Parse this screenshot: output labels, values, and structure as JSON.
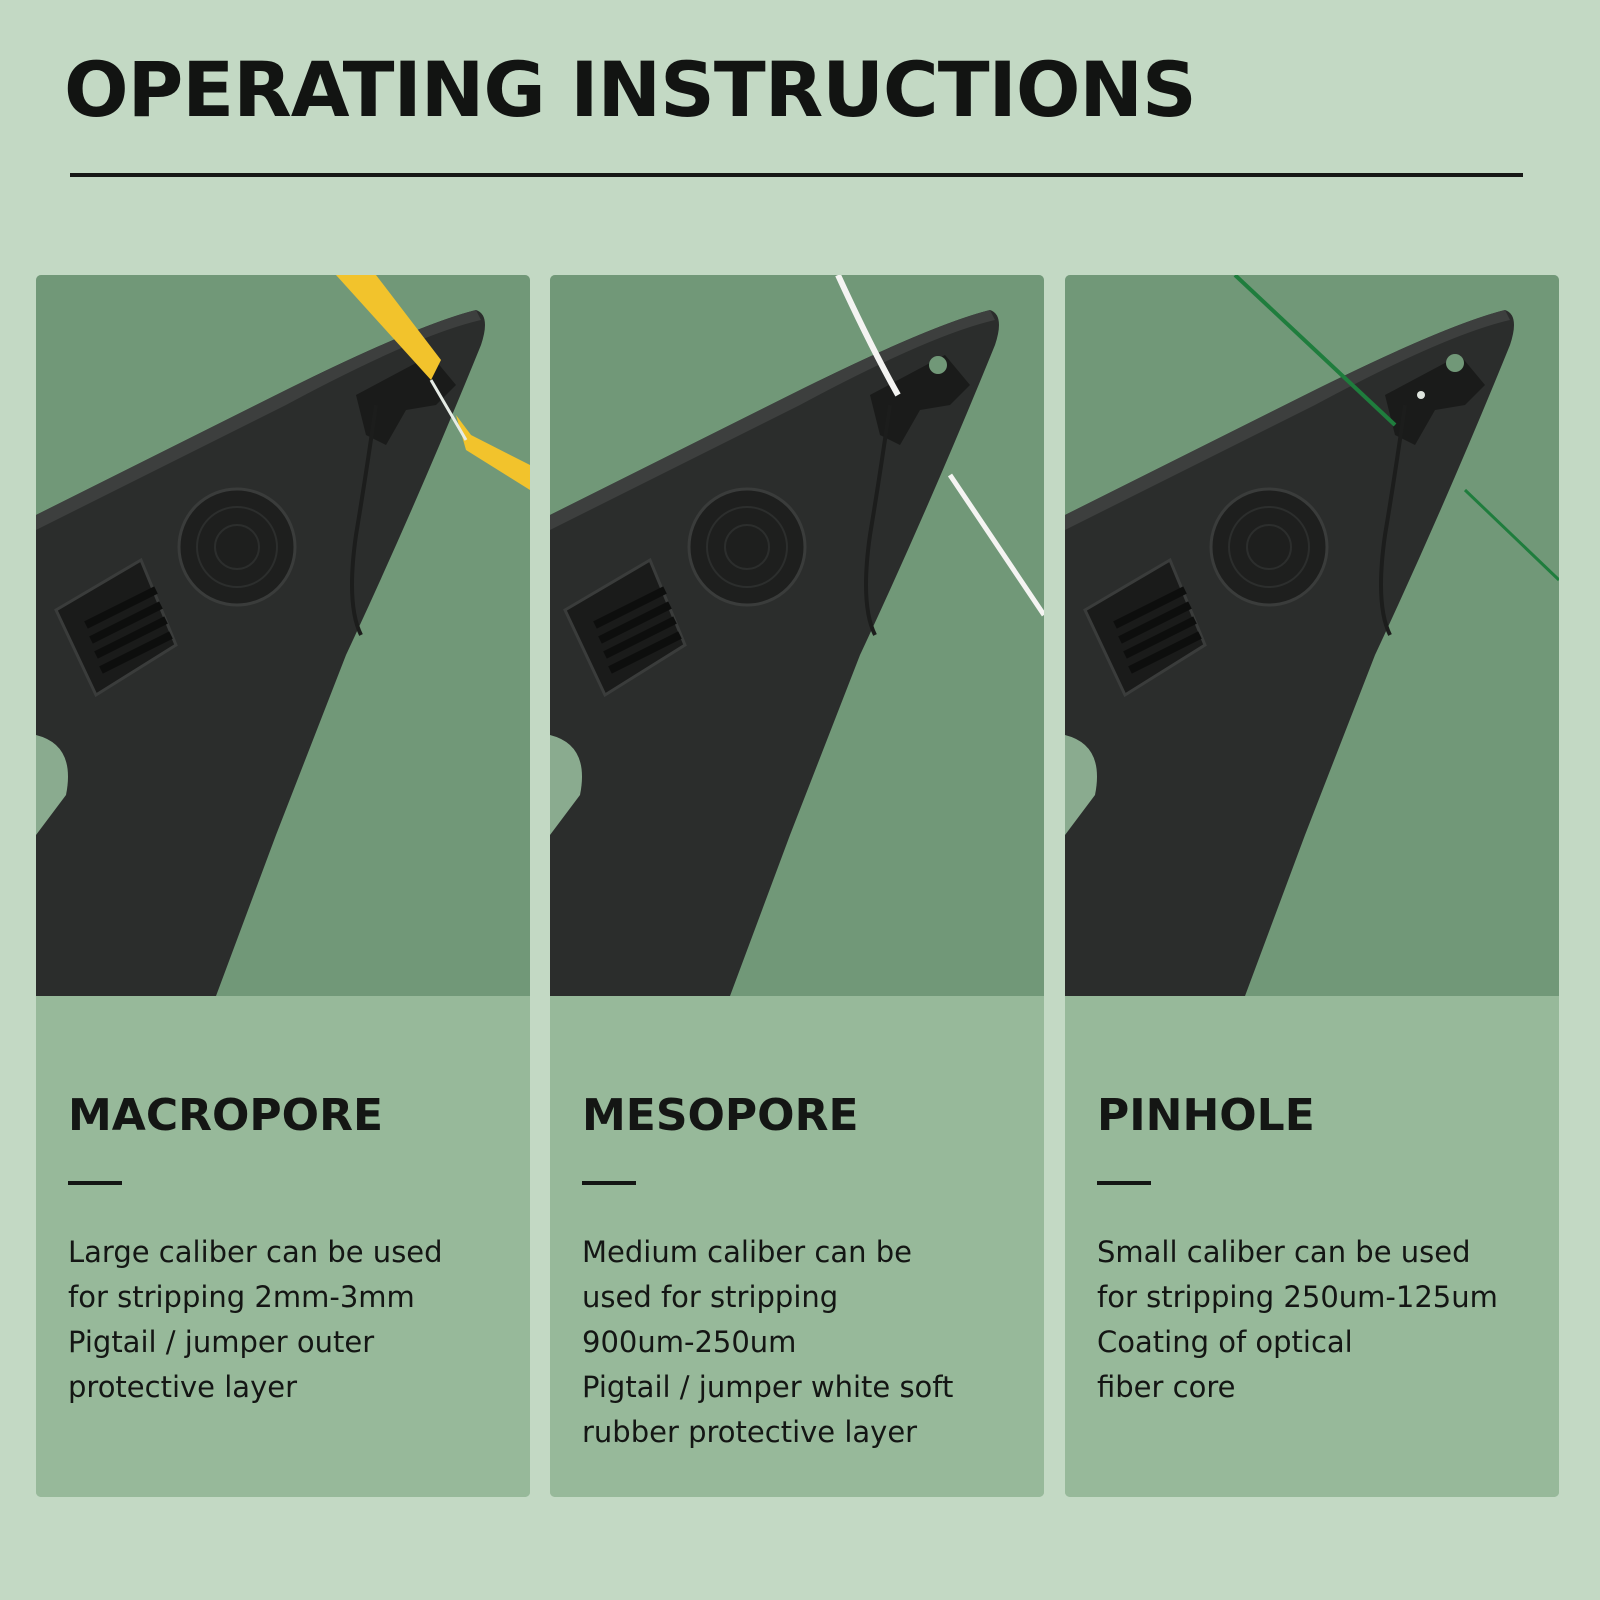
{
  "header": {
    "title": "OPERATING INSTRUCTIONS"
  },
  "colors": {
    "background": "#c3d9c4",
    "photo_bg": "#719878",
    "panel_bg": "#97b99a",
    "tool": "#2b2d2c",
    "text": "#141614"
  },
  "cards": [
    {
      "heading": "MACROPORE",
      "fiber_color": "yellow",
      "lines": [
        "Large caliber can be used",
        "for stripping 2mm-3mm",
        "Pigtail / jumper outer",
        "protective layer"
      ]
    },
    {
      "heading": "MESOPORE",
      "fiber_color": "white",
      "lines": [
        "Medium caliber can be",
        "used for stripping",
        "900um-250um",
        "Pigtail / jumper white soft",
        "rubber protective layer"
      ]
    },
    {
      "heading": "PINHOLE",
      "fiber_color": "green",
      "lines": [
        "Small caliber can be used",
        "for stripping 250um-125um",
        "Coating of optical",
        "fiber core"
      ]
    }
  ]
}
